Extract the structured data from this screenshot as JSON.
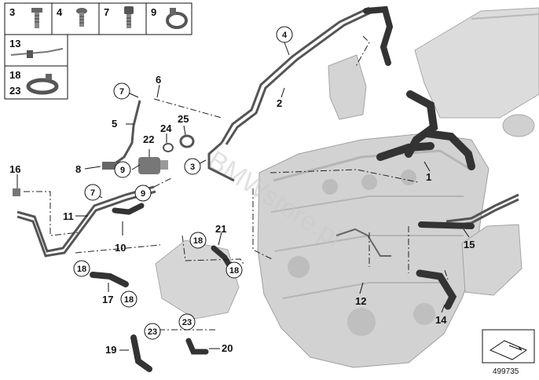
{
  "legend": {
    "cells": [
      {
        "number": "3",
        "icon": "bolt-icon"
      },
      {
        "number": "4",
        "icon": "screw-icon"
      },
      {
        "number": "7",
        "icon": "socket-bolt-icon"
      },
      {
        "number": "9",
        "icon": "clamp-icon"
      },
      {
        "number": "13",
        "icon": "cable-tie-icon"
      },
      {
        "number": "18",
        "number2": "23",
        "icon": "hose-clamp-icon"
      }
    ]
  },
  "callouts": {
    "c1": "1",
    "c2": "2",
    "c3": "3",
    "c4": "4",
    "c5": "5",
    "c6": "6",
    "c7a": "7",
    "c7b": "7",
    "c8": "8",
    "c9a": "9",
    "c9b": "9",
    "c10": "10",
    "c11": "11",
    "c12": "12",
    "c14": "14",
    "c15": "15",
    "c16": "16",
    "c17": "17",
    "c18a": "18",
    "c18b": "18",
    "c18c": "18",
    "c18d": "18",
    "c19": "19",
    "c20": "20",
    "c21": "21",
    "c22": "22",
    "c23a": "23",
    "c23b": "23",
    "c24": "24",
    "c25": "25"
  },
  "watermark": "BMWstore.pl",
  "reference_number": "499735",
  "colors": {
    "line": "#111111",
    "part": "#555555",
    "engine": "#c8c8c8"
  }
}
